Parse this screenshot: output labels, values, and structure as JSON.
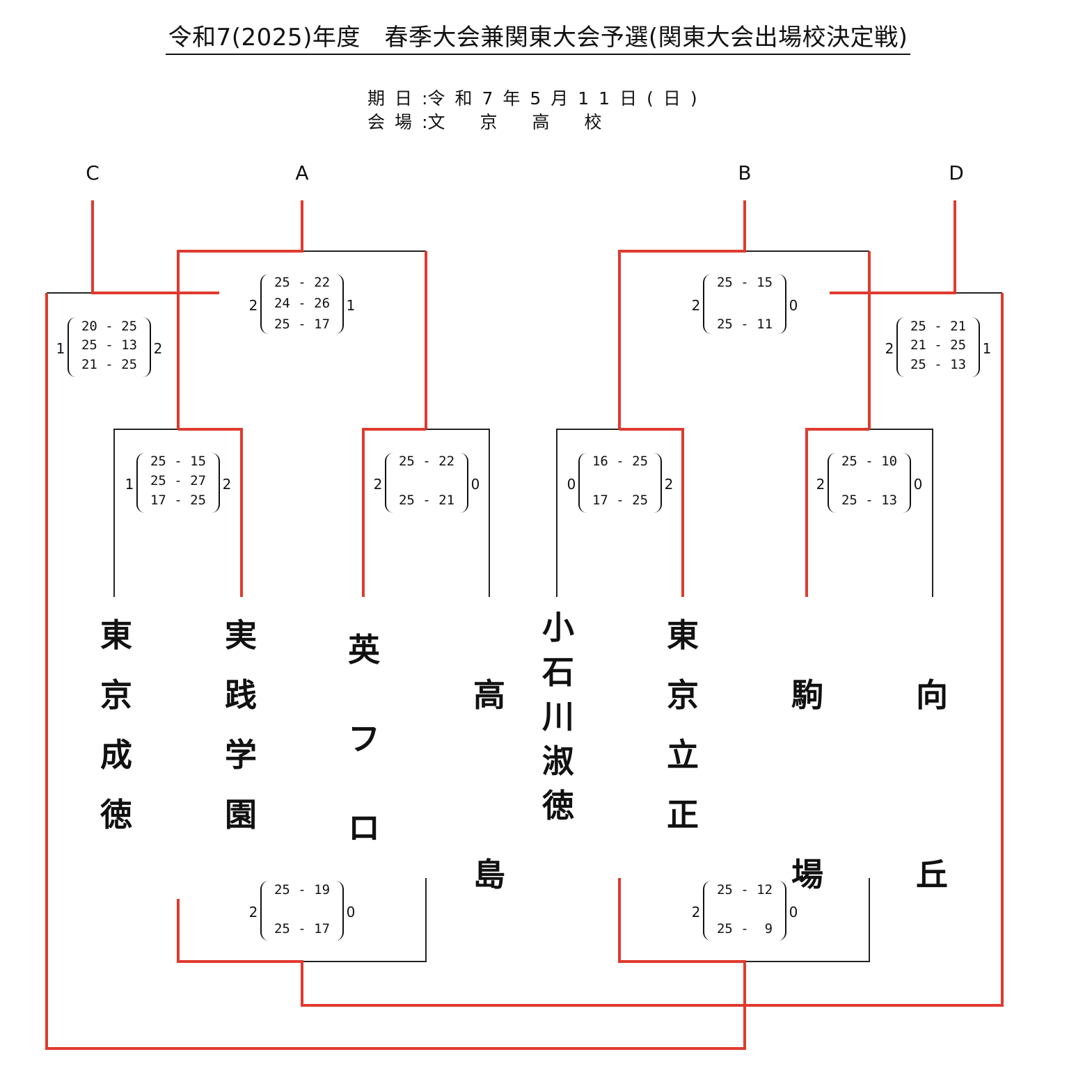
{
  "title": "令和7(2025)年度　春季大会兼関東大会予選(関東大会出場校決定戦)",
  "info": {
    "date_label": "期日",
    "date_value": "令和7年5月11日(日)",
    "venue_label": "会場",
    "venue_value": "文　　京　　高　　校"
  },
  "bracket_letters": [
    "C",
    "A",
    "B",
    "D"
  ],
  "teams": [
    {
      "name": "東京成徳"
    },
    {
      "name": "実践学園"
    },
    {
      "name": "英フロ"
    },
    {
      "name": "高島"
    },
    {
      "name": "小石川淑徳"
    },
    {
      "name": "東京立正"
    },
    {
      "name": "駒場"
    },
    {
      "name": "向丘"
    }
  ],
  "matches": {
    "r1_1": {
      "left": "1",
      "right": "2",
      "sets": [
        "25 - 15",
        "25 - 27",
        "17 - 25"
      ]
    },
    "r1_2": {
      "left": "2",
      "right": "0",
      "sets": [
        "25 - 22",
        "",
        "25 - 21"
      ]
    },
    "r1_3": {
      "left": "0",
      "right": "2",
      "sets": [
        "16 - 25",
        "",
        "17 - 25"
      ]
    },
    "r1_4": {
      "left": "2",
      "right": "0",
      "sets": [
        "25 - 10",
        "",
        "25 - 13"
      ]
    },
    "semi_a": {
      "left": "2",
      "right": "1",
      "sets": [
        "25 - 22",
        "24 - 26",
        "25 - 17"
      ]
    },
    "semi_b": {
      "left": "2",
      "right": "0",
      "sets": [
        "25 - 15",
        "",
        "25 - 11"
      ]
    },
    "cons_left": {
      "left": "2",
      "right": "0",
      "sets": [
        "25 - 19",
        "",
        "25 - 17"
      ]
    },
    "cons_right": {
      "left": "2",
      "right": "0",
      "sets": [
        "25 - 12",
        "",
        "25 -  9"
      ]
    },
    "final_c": {
      "left": "1",
      "right": "2",
      "sets": [
        "20 - 25",
        "25 - 13",
        "21 - 25"
      ]
    },
    "final_d": {
      "left": "2",
      "right": "1",
      "sets": [
        "25 - 21",
        "21 - 25",
        "25 - 13"
      ]
    }
  },
  "colors": {
    "winner_line": "#e03a2e",
    "loser_line": "#222222"
  }
}
